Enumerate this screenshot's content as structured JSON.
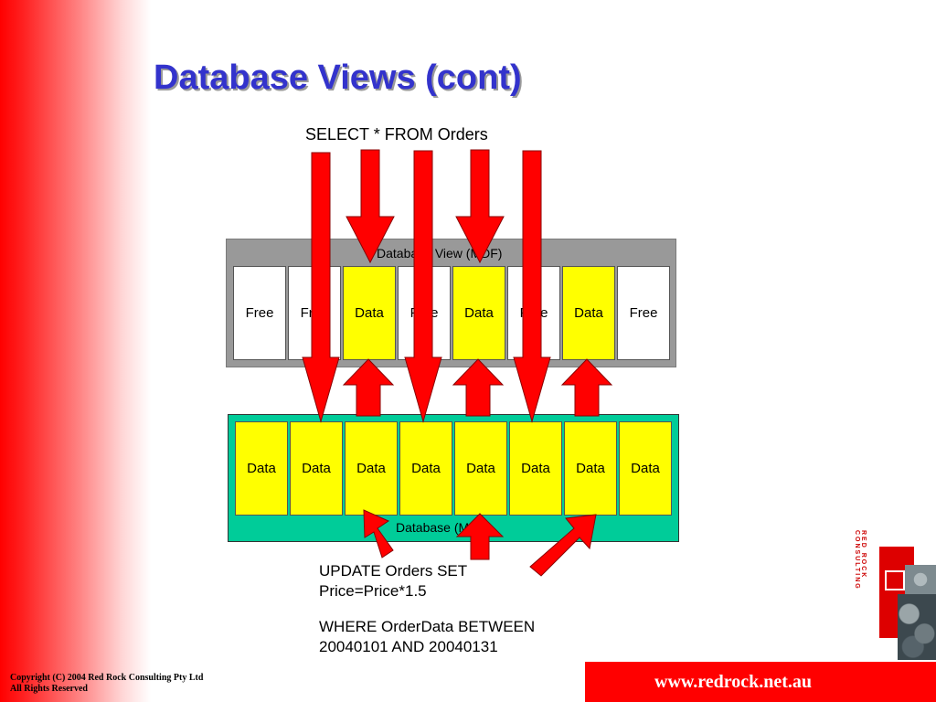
{
  "slide": {
    "title": "Database Views (cont)",
    "select_query": "SELECT * FROM Orders",
    "view_label": "Database View (MDF)",
    "view_cells": [
      "Free",
      "Free",
      "Data",
      "Free",
      "Data",
      "Free",
      "Data",
      "Free"
    ],
    "db_label": "Database (MDF)",
    "db_cells": [
      "Data",
      "Data",
      "Data",
      "Data",
      "Data",
      "Data",
      "Data",
      "Data"
    ],
    "update_line1": "UPDATE Orders SET",
    "update_line2": "Price=Price*1.5",
    "where_line1": "WHERE OrderData BETWEEN",
    "where_line2": "20040101 AND 20040131"
  },
  "footer": {
    "copyright_line1": "Copyright (C)  2004  Red Rock Consulting Pty Ltd",
    "copyright_line2": "All Rights Reserved",
    "url": "www.redrock.net.au"
  },
  "logo": {
    "text": "RED ROCK CONSULTING"
  },
  "colors": {
    "arrow": "#ff0000",
    "data_cell": "#ffff00",
    "database_box": "#00cc99",
    "view_box": "#999999",
    "title": "#3333cc"
  }
}
